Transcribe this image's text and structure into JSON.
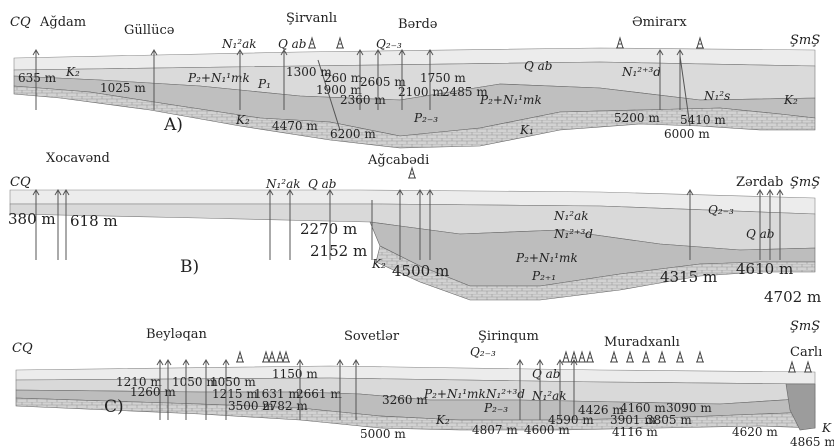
{
  "profiles": [
    {
      "id": "A",
      "panel_label": "A)",
      "endpoints": {
        "left": "CQ",
        "right": "ŞmŞ"
      },
      "locations": [
        "Ağdam",
        "Güllücə",
        "Şirvanlı",
        "Bərdə",
        "Əmirarx"
      ],
      "depths": [
        "635 m",
        "1025 m",
        "1300 m",
        "260 m",
        "2605 m",
        "1750 m",
        "1900 m",
        "2360 m",
        "2100 m",
        "2485 m",
        "4470 m",
        "6200 m",
        "5200 m",
        "6000 m",
        "5410 m"
      ],
      "formations": [
        "K₂",
        "N₁²ak",
        "Q ab",
        "Q₂₋₃",
        "P₂+N₁¹mk",
        "P₁",
        "P₂₋₃",
        "K₂",
        "Q ab",
        "N₁²⁺³d",
        "P₂+N₁¹mk",
        "K₁",
        "N₁²s",
        "K₂"
      ]
    },
    {
      "id": "B",
      "panel_label": "B)",
      "endpoints": {
        "left": "CQ",
        "right": "ŞmŞ"
      },
      "locations": [
        "Xocavənd",
        "Ağcabədi",
        "Zərdab"
      ],
      "depths": [
        "380 m",
        "618 m",
        "2270 m",
        "2152 m",
        "4500 m",
        "4315 m",
        "4610 m",
        "4702 m"
      ],
      "formations": [
        "N₁²ak",
        "Q ab",
        "K₂",
        "N₁²ak",
        "N₁²⁺³d",
        "P₂+N₁¹mk",
        "P₂₊₁",
        "Q₂₋₃",
        "Q ab"
      ]
    },
    {
      "id": "C",
      "panel_label": "C)",
      "endpoints": {
        "left": "CQ",
        "right": "ŞmŞ"
      },
      "locations": [
        "Beyləqan",
        "Sovetlər",
        "Şirinqum",
        "Muradxanlı",
        "Carlı"
      ],
      "depths": [
        "1210 m",
        "1260 m",
        "1050 m",
        "1050 m",
        "1215 m",
        "1150 m",
        "1631 m",
        "2661 m",
        "3500 m",
        "2782 m",
        "3260 m",
        "5000 m",
        "4807 m",
        "4600 m",
        "4590 m",
        "4426 m",
        "4160 m",
        "3901 m",
        "3805 m",
        "3090 m",
        "4116 m",
        "4620 m",
        "4865 m"
      ],
      "formations": [
        "Q₂₋₃",
        "Q ab",
        "P₂+N₁¹mk",
        "N₁²⁺³d",
        "P₂₋₃",
        "N₁²ak",
        "K₂",
        "K"
      ]
    }
  ],
  "colors": {
    "background": "#ffffff",
    "surface_layer": "#ececec",
    "neogene": "#d9d9d9",
    "paleogene": "#bdbdbd",
    "cretaceous": "#cfcfcf",
    "contact_line": "#555555",
    "text": "#222222"
  },
  "icons": [
    "well-arrow-icon",
    "drilling-rig-icon"
  ]
}
